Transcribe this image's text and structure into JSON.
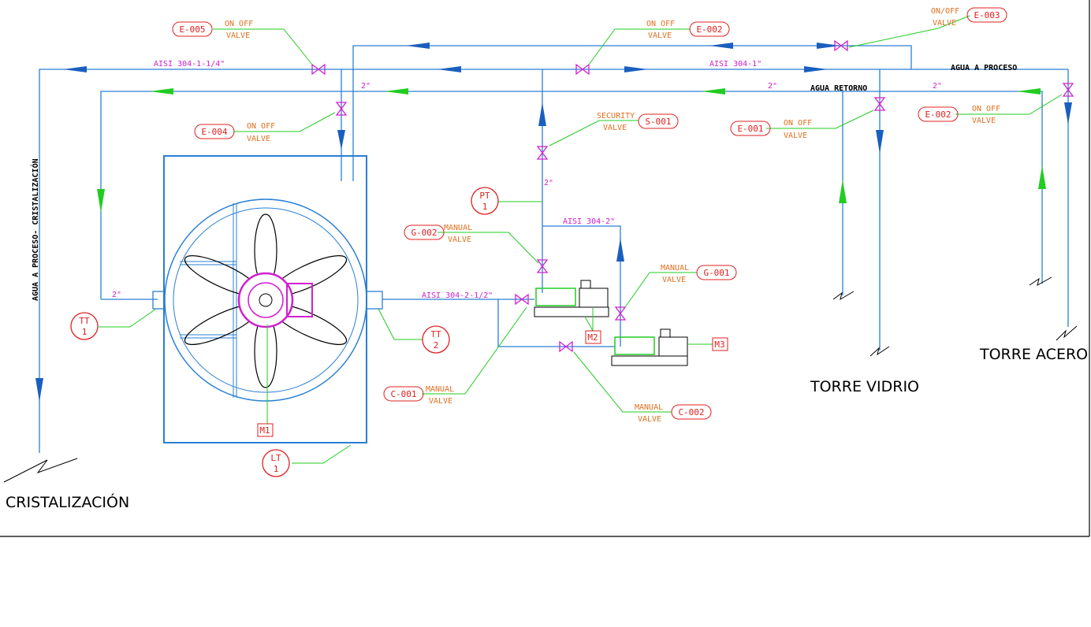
{
  "colors": {
    "pipe": "#2a7fd4",
    "arrow": "#1a5fbf",
    "signal": "#22cc22",
    "tag": "#e02020",
    "text_orange": "#e07020",
    "text_magenta": "#d020d0",
    "valve": "#d020d0",
    "frame": "#000000"
  },
  "titles": {
    "cristalizacion": "CRISTALIZACIÓN",
    "torre_vidrio": "TORRE VIDRIO",
    "torre_acero": "TORRE ACERO",
    "agua_proceso_vertical": "AGUA A PROCESO- CRISTALIZACIÓN",
    "agua_a_proceso": "AGUA A PROCESO",
    "agua_retorno": "AGUA RETORNO"
  },
  "pipe_labels": {
    "aisi_1_1_4": "AISI 304-1-1/4\"",
    "aisi_1": "AISI 304-1\"",
    "aisi_2": "AISI 304-2\"",
    "aisi_2_1_2": "AISI 304-2-1/2\"",
    "size_2": "2\""
  },
  "valves": [
    {
      "tag": "E-005",
      "line1": "ON OFF",
      "line2": "VALVE"
    },
    {
      "tag": "E-002",
      "line1": "ON OFF",
      "line2": "VALVE"
    },
    {
      "tag": "E-003",
      "line1": "ON/OFF",
      "line2": "VALVE"
    },
    {
      "tag": "E-004",
      "line1": "ON OFF",
      "line2": "VALVE"
    },
    {
      "tag": "S-001",
      "line1": "SECURITY",
      "line2": "VALVE"
    },
    {
      "tag": "E-001",
      "line1": "ON OFF",
      "line2": "VALVE"
    },
    {
      "tag": "E-002",
      "line1": "ON OFF",
      "line2": "VALVE"
    },
    {
      "tag": "G-002",
      "line1": "MANUAL",
      "line2": "VALVE"
    },
    {
      "tag": "G-001",
      "line1": "MANUAL",
      "line2": "VALVE"
    },
    {
      "tag": "C-001",
      "line1": "MANUAL",
      "line2": "VALVE"
    },
    {
      "tag": "C-002",
      "line1": "MANUAL",
      "line2": "VALVE"
    }
  ],
  "instruments": [
    {
      "top": "PT",
      "bottom": "1"
    },
    {
      "top": "TT",
      "bottom": "1"
    },
    {
      "top": "TT",
      "bottom": "2"
    },
    {
      "top": "LT",
      "bottom": "1"
    }
  ],
  "motors": [
    "M1",
    "M2",
    "M3"
  ]
}
